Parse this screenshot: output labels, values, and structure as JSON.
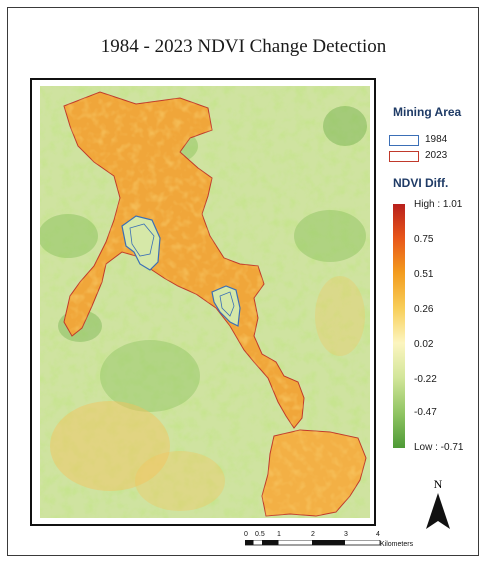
{
  "title": "1984 - 2023 NDVI Change Detection",
  "legend": {
    "mining_heading": "Mining Area",
    "mining_items": [
      {
        "label": "1984",
        "color": "#3b6fb6"
      },
      {
        "label": "2023",
        "color": "#c0392b"
      }
    ],
    "ndvi_heading": "NDVI Diff.",
    "ramp_labels": [
      "High : 1.01",
      "0.75",
      "0.51",
      "0.26",
      "0.02",
      "-0.22",
      "-0.47",
      "Low : -0.71"
    ],
    "ramp_colors": [
      "#b8201c",
      "#e8561a",
      "#f39b1d",
      "#f8cf5a",
      "#fcf5c0",
      "#d3e69a",
      "#8fc462",
      "#4e9a36"
    ]
  },
  "north_arrow": {
    "label": "N"
  },
  "scale_bar": {
    "ticks": [
      "0",
      "0.5",
      "1",
      "2",
      "3",
      "4"
    ],
    "unit": "Kilometers"
  },
  "colors": {
    "outline_1984": "#3b6fb6",
    "outline_2023": "#c0392b",
    "frame": "#111111"
  }
}
